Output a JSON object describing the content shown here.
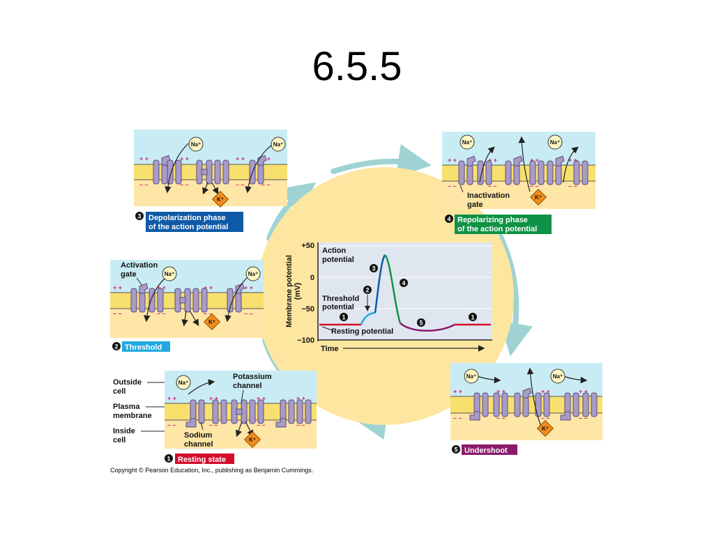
{
  "slide": {
    "title": "6.5.5"
  },
  "copyright": "Copyright © Pearson Education, Inc., publishing as Benjamin Cummings.",
  "ions": {
    "sodium": "Na⁺",
    "potassium": "K⁺"
  },
  "colors": {
    "resting": "#d40c2a",
    "threshold": "#21a9df",
    "depolarization": "#0e5aa7",
    "repolarizing": "#0e9245",
    "undershoot": "#8b1a6b",
    "cycle_arrow": "#9fd3d3",
    "center_circle": "#fde6a0",
    "graph_panel": "#dfe6f0",
    "extracellular": "#c9ecf4",
    "intracellular": "#fde6a6",
    "membrane": "#f7e06e",
    "channel": "#a99ac6"
  },
  "phases": [
    {
      "number": "1",
      "label": "Resting state"
    },
    {
      "number": "2",
      "label": "Threshold"
    },
    {
      "number": "3",
      "label_line1": "Depolarization phase",
      "label_line2": "of the action potential"
    },
    {
      "number": "4",
      "label_line1": "Repolarizing phase",
      "label_line2": "of the action potential"
    },
    {
      "number": "5",
      "label": "Undershoot"
    }
  ],
  "labels": {
    "outside_cell_1": "Outside",
    "outside_cell_2": "cell",
    "plasma_membrane_1": "Plasma",
    "plasma_membrane_2": "membrane",
    "inside_cell_1": "Inside",
    "inside_cell_2": "cell",
    "potassium_channel_1": "Potassium",
    "potassium_channel_2": "channel",
    "sodium_channel_1": "Sodium",
    "sodium_channel_2": "channel",
    "activation_gate_1": "Activation",
    "activation_gate_2": "gate",
    "inactivation_gate_1": "Inactivation",
    "inactivation_gate_2": "gate"
  },
  "graph": {
    "ylabel_line1": "Membrane potential",
    "ylabel_line2": "(mV)",
    "xlabel": "Time",
    "ticks": [
      "+50",
      "0",
      "−50",
      "−100"
    ],
    "action_potential_1": "Action",
    "action_potential_2": "potential",
    "threshold_potential_1": "Threshold",
    "threshold_potential_2": "potential",
    "resting_potential": "Resting potential",
    "markers": [
      "1",
      "2",
      "3",
      "4",
      "5",
      "1"
    ]
  }
}
